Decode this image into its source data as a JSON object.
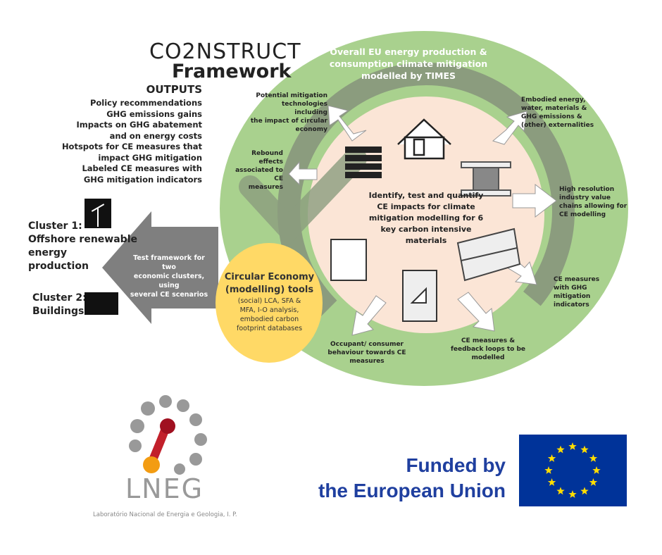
{
  "logo": {
    "title": "CO2NSTRUCT",
    "subtitle": "Framework"
  },
  "outputs": {
    "heading": "OUTPUTS",
    "items": [
      "Policy recommendations",
      "GHG emissions gains",
      "Impacts on GHG abatement",
      "and on energy costs",
      "Hotspots for CE measures that",
      "impact GHG mitigation",
      "Labeled CE measures with",
      "GHG mitigation indicators"
    ]
  },
  "clusters": [
    {
      "label": "Cluster 1:",
      "name": "Offshore renewable energy production",
      "lines": [
        "Offshore renewable",
        "energy",
        "production"
      ]
    },
    {
      "label": "Cluster 2:",
      "lines": [
        "Buildings"
      ]
    }
  ],
  "test_arrow": {
    "lines": [
      "Test framework for two",
      "economic clusters, using",
      "several CE scenarios"
    ]
  },
  "eu_model": {
    "lines": [
      "Overall EU energy production &",
      "consumption climate mitigation",
      "modelled by TIMES"
    ]
  },
  "center": {
    "lines": [
      "Identify, test and quantify",
      "CE impacts for climate",
      "mitigation modelling for 6",
      "key carbon intensive",
      "materials"
    ]
  },
  "tools": {
    "title": [
      "Circular Economy",
      "(modelling) tools"
    ],
    "lines": [
      "(social) LCA, SFA &",
      "MFA, I-O analysis,",
      "embodied carbon",
      "footprint databases"
    ]
  },
  "outcomes": [
    {
      "lines": [
        "Potential mitigation",
        "technologies including",
        "the impact of circular",
        "economy"
      ]
    },
    {
      "lines": [
        "Embodied energy,",
        "water, materials &",
        "GHG emissions &",
        "(other) externalities"
      ]
    },
    {
      "lines": [
        "Rebound effects",
        "associated to CE",
        "measures"
      ]
    },
    {
      "lines": [
        "High resolution",
        "industry value",
        "chains allowing for",
        "CE modelling"
      ]
    },
    {
      "lines": [
        "CE measures",
        "with GHG",
        "mitigation",
        "indicators"
      ]
    },
    {
      "lines": [
        "CE measures &",
        "feedback loops to be",
        "modelled"
      ]
    },
    {
      "lines": [
        "Occupant/ consumer",
        "behaviour towards CE",
        "measures"
      ]
    }
  ],
  "lneg": {
    "name": "LNEG",
    "caption": "Laboratório Nacional de Energia e Geologia, I. P."
  },
  "funding": {
    "line1": "Funded by",
    "line2": "the European Union"
  },
  "colors": {
    "green": "#a9d18e",
    "peach": "#fbe5d6",
    "yellow": "#ffd966",
    "eu_blue": "#003399",
    "eu_star": "#ffdd00",
    "text_blue": "#1f3f9f"
  }
}
